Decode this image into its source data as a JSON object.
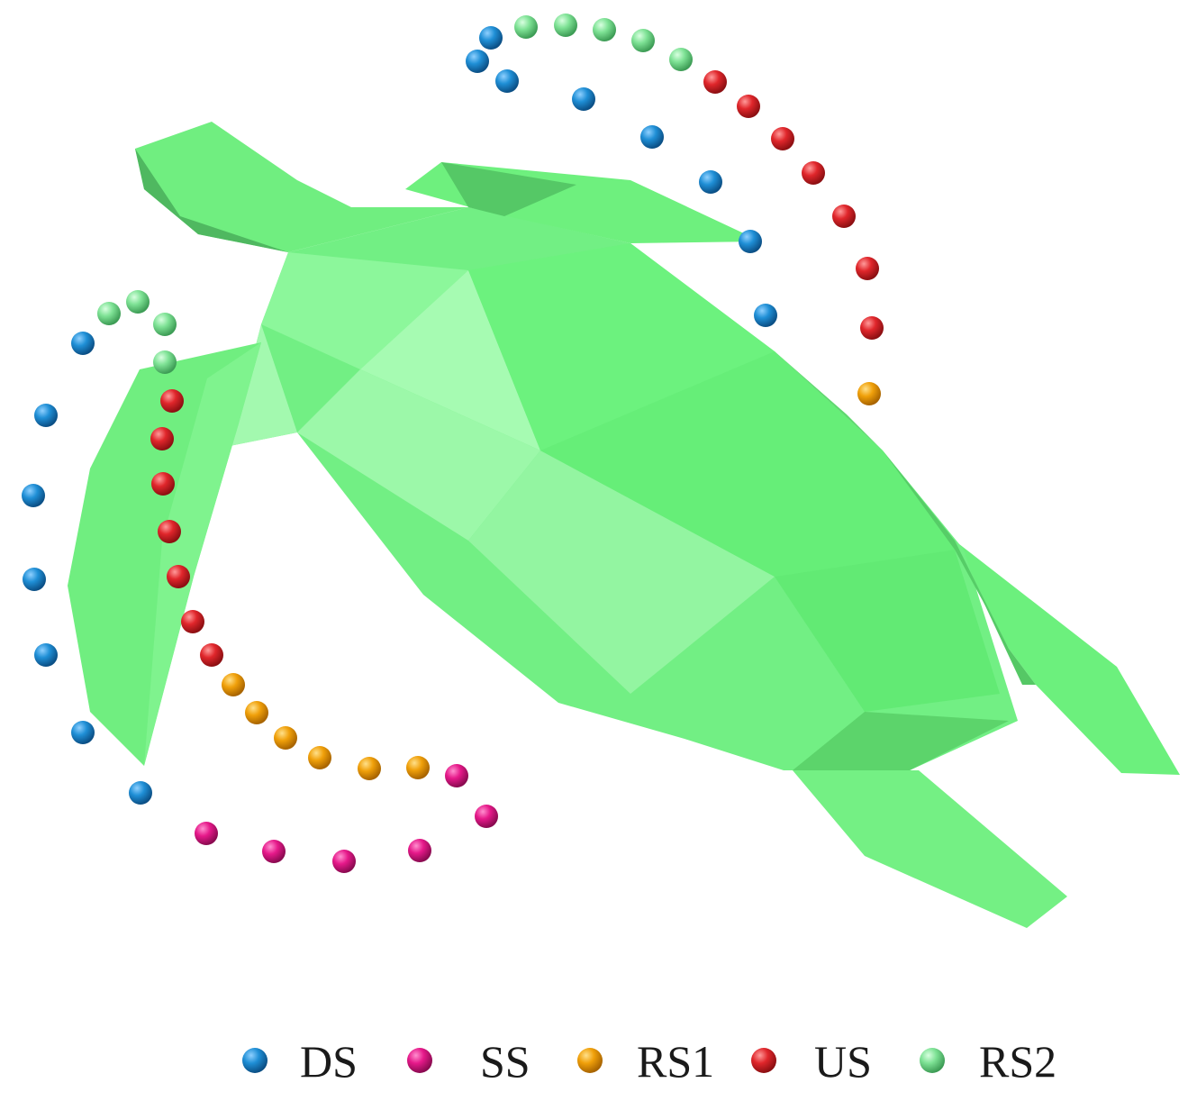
{
  "figure": {
    "legend": [
      {
        "label": "DS",
        "color": "#1f8fd6"
      },
      {
        "label": "SS",
        "color": "#e6198a"
      },
      {
        "label": "RS1",
        "color": "#f0a00a"
      },
      {
        "label": "US",
        "color": "#e0262b"
      },
      {
        "label": "RS2",
        "color": "#5ed47a"
      }
    ],
    "body_color": "#6ef07e"
  }
}
